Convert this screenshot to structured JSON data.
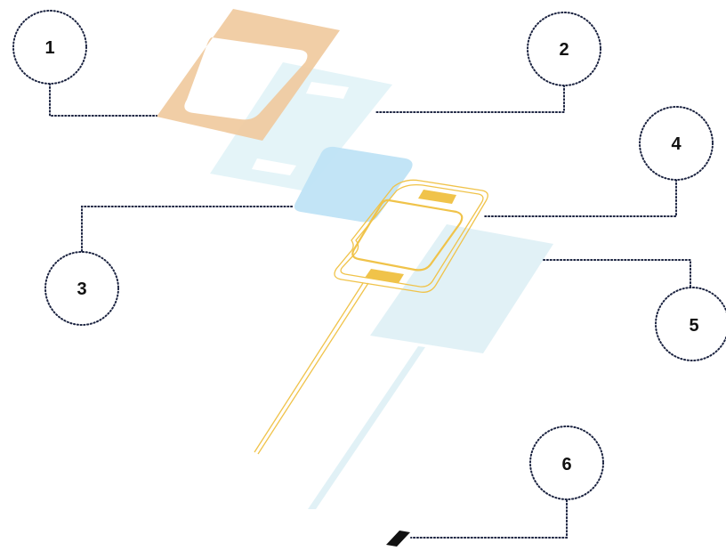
{
  "colors": {
    "frame_layer": "#efc99c",
    "film_layer": "#e3f3f8",
    "pad_layer": "#bfe3f5",
    "circuit": "#f0c34a",
    "sheet_layer": "#dff0f6",
    "connector": "#111111",
    "callout_ring": "#1b2340"
  },
  "callouts": [
    {
      "label": "1"
    },
    {
      "label": "2"
    },
    {
      "label": "3"
    },
    {
      "label": "4"
    },
    {
      "label": "5"
    },
    {
      "label": "6"
    }
  ]
}
